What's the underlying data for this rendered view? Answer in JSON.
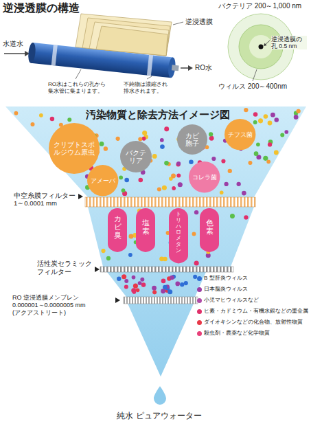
{
  "diagram": {
    "title": "逆浸透膜の構造",
    "nodes": [
      {
        "text": [
          "クリプトスポルジウム原虫"
        ]
      },
      {
        "text": [
          "カビ胞子"
        ]
      },
      {
        "text": [
          "チフス菌"
        ]
      },
      {
        "text": [
          "バクテリア"
        ]
      },
      {
        "text": [
          "アメーバ"
        ]
      },
      {
        "text": [
          "コレラ菌"
        ]
      },
      {
        "text": [
          "カビ臭"
        ]
      },
      {
        "text": [
          "塩素"
        ]
      },
      {
        "text": [
          "トリハロメタン"
        ]
      },
      {
        "text": [
          "色素"
        ]
      }
    ],
    "labels": [
      "逆浸透膜",
      "水道水",
      "RO水はこれらの孔から 集水管に集まります。",
      "不純物は濃縮され 排水されます。",
      "RO水",
      "バクテリア 200～1,000 nm",
      "逆浸透膜の孔 0.5 nm",
      "ウィルス 200～400nm",
      "汚染物質と除去方法イメージ図",
      "中空糸膜フィルター 1～0.0001 mm",
      "活性炭セラミック フィルター",
      "RO 逆浸透膜メンブレン 0.000001～0.0000005 mm (アクアストリート)",
      "純水 ピュアウォーター"
    ],
    "legend": [
      {
        "text": "B 型肝炎ウィルス",
        "color": "#2f6fd6"
      },
      {
        "text": "日本脳炎ウィルス",
        "color": "#9b3ea5"
      },
      {
        "text": "小児マヒウィルスなど",
        "color": "#b04ca8"
      },
      {
        "text": "ヒ素・カドミウム・有機水銀などの重金属",
        "color": "#e0306a"
      },
      {
        "text": "ダイオキシンなどの化合物、放射性物質",
        "color": "#e83848"
      },
      {
        "text": "殺虫剤・農薬など化学物質",
        "color": "#e8407a"
      }
    ]
  }
}
